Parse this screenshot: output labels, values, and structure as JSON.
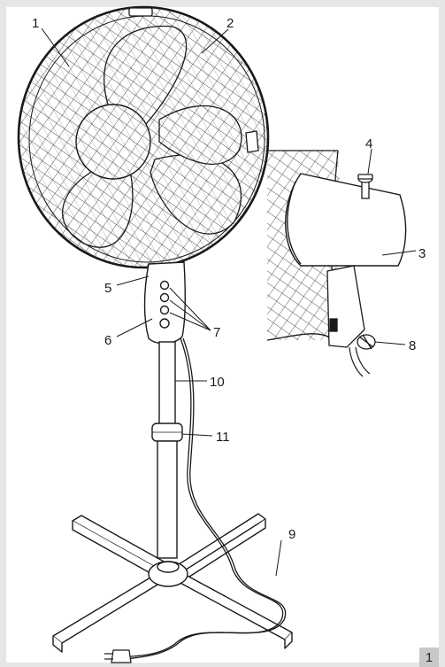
{
  "figure_number": "1",
  "callouts": {
    "c1": "1",
    "c2": "2",
    "c3": "3",
    "c4": "4",
    "c5": "5",
    "c6": "6",
    "c7": "7",
    "c8": "8",
    "c9": "9",
    "c10": "10",
    "c11": "11"
  },
  "colors": {
    "line": "#1a1a1a",
    "background": "#e6e6e6",
    "badge": "#c8c8c8"
  }
}
